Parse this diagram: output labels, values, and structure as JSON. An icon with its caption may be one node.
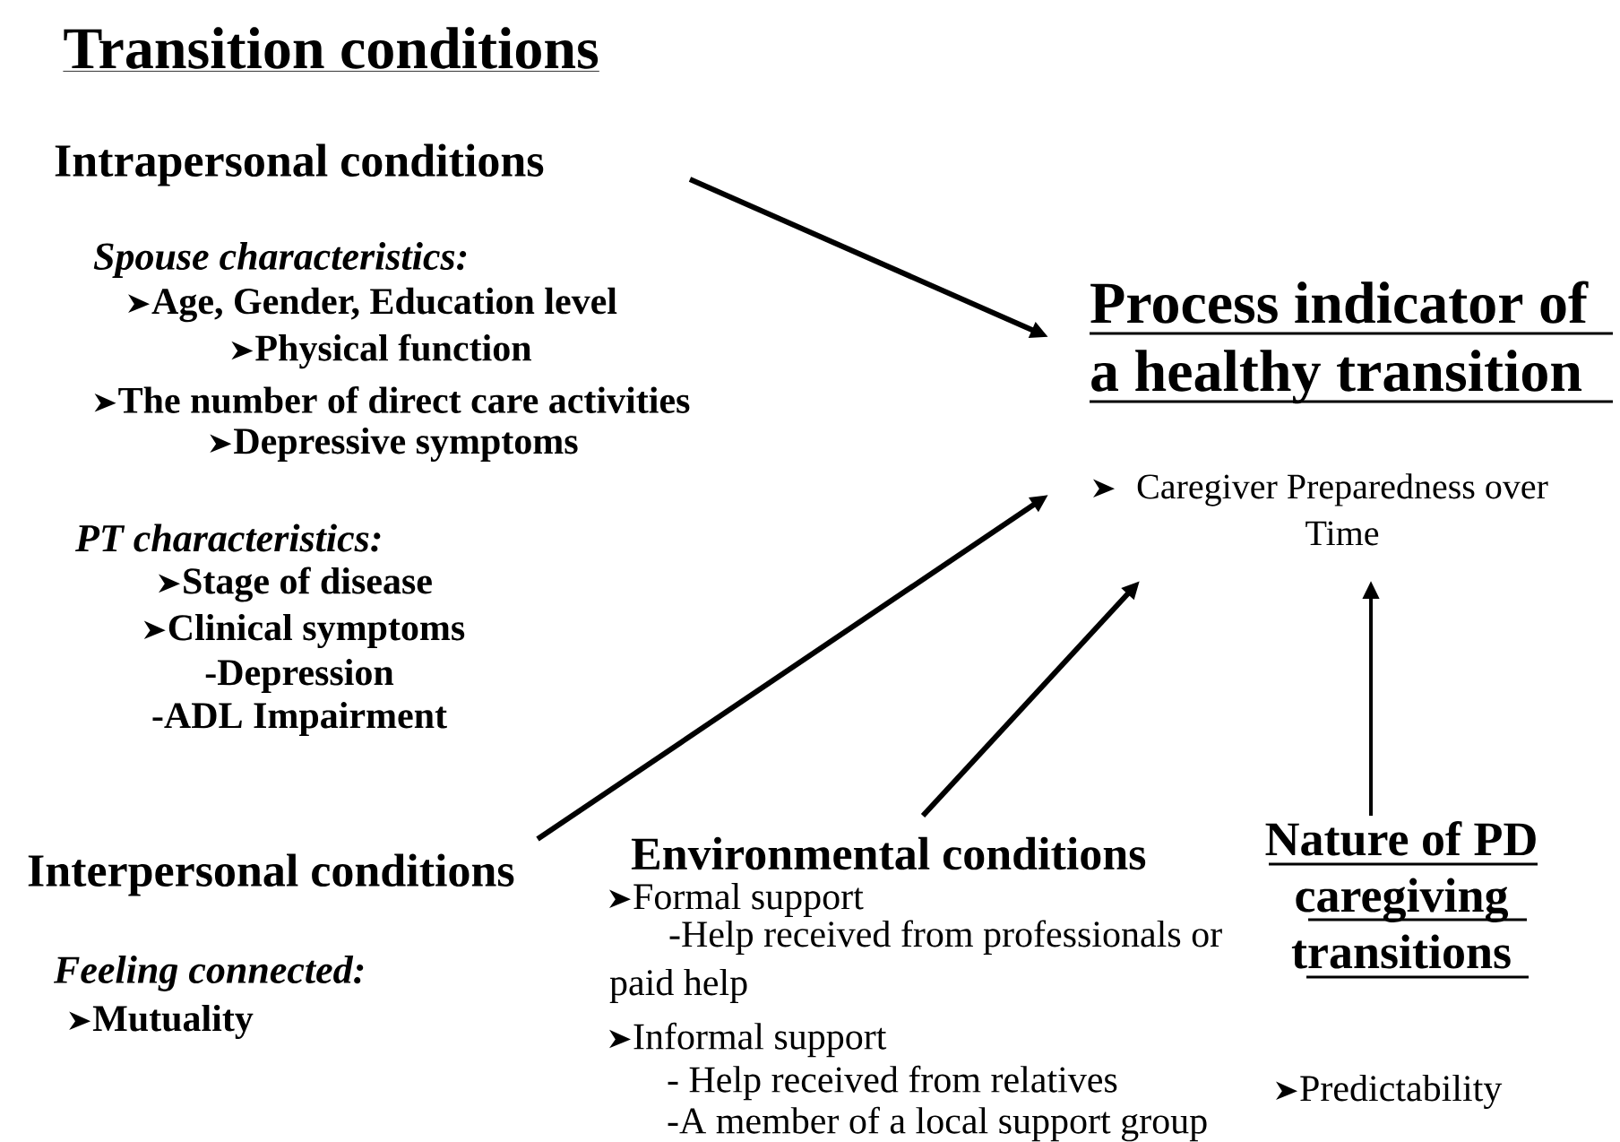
{
  "diagram": {
    "title": "Transition conditions",
    "nodes": [
      {
        "text": [
          "Intrapersonal conditions",
          "Spouse characteristics:",
          "Age, Gender, Education level",
          "Physical function",
          "The number of direct care activities",
          "Depressive symptoms",
          "*PT characteristics*:",
          "Stage of disease",
          "Clinical symptoms",
          "-Depression",
          "-ADL Impairment"
        ]
      },
      {
        "text": [
          "Interpersonal conditions",
          "*Feeling connected*:",
          "Mutuality"
        ]
      },
      {
        "text": [
          "Environmental conditions",
          "Formal support",
          "-Help received from professionals or paid help",
          "Informal support",
          "- Help received from relatives",
          "-A member of a local support group"
        ]
      },
      {
        "text": [
          "Nature of PD caregiving transitions",
          "Predictability"
        ]
      },
      {
        "text": [
          "Process indicator of a healthy transition",
          "Caregiver Preparedness over Time"
        ]
      }
    ],
    "edges": [
      {
        "from": 0,
        "to": 4,
        "arrow": "to"
      },
      {
        "from": 1,
        "to": 4,
        "arrow": "to"
      },
      {
        "from": 2,
        "to": 4,
        "arrow": "to"
      },
      {
        "from": 3,
        "to": 4,
        "arrow": "to"
      }
    ]
  }
}
